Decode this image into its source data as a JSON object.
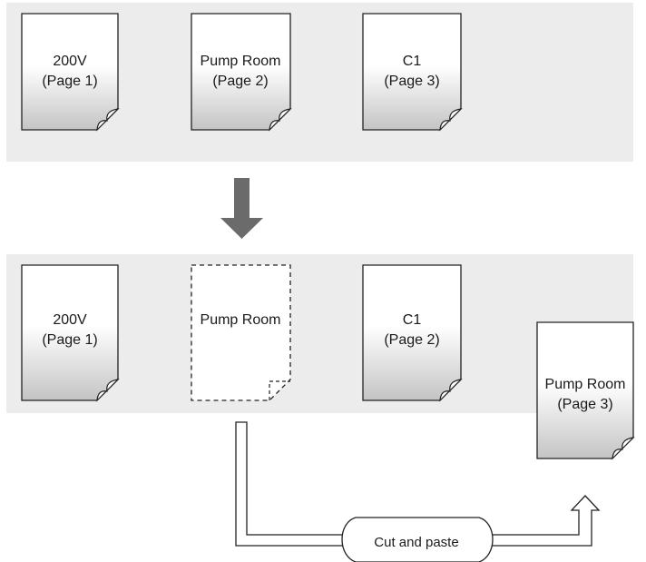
{
  "before": {
    "pages": [
      {
        "name": "200V",
        "page": "(Page 1)"
      },
      {
        "name": "Pump Room",
        "page": "(Page 2)"
      },
      {
        "name": "C1",
        "page": "(Page 3)"
      }
    ]
  },
  "after": {
    "pages": [
      {
        "name": "200V",
        "page": "(Page 1)"
      },
      {
        "name": "Pump Room",
        "page": ""
      },
      {
        "name": "C1",
        "page": "(Page 2)"
      }
    ],
    "moved_page": {
      "name": "Pump Room",
      "page": "(Page 3)"
    }
  },
  "action_label": "Cut and paste",
  "colors": {
    "panel": "#ececec",
    "arrow": "#6b6b6b",
    "outline": "#222222"
  }
}
